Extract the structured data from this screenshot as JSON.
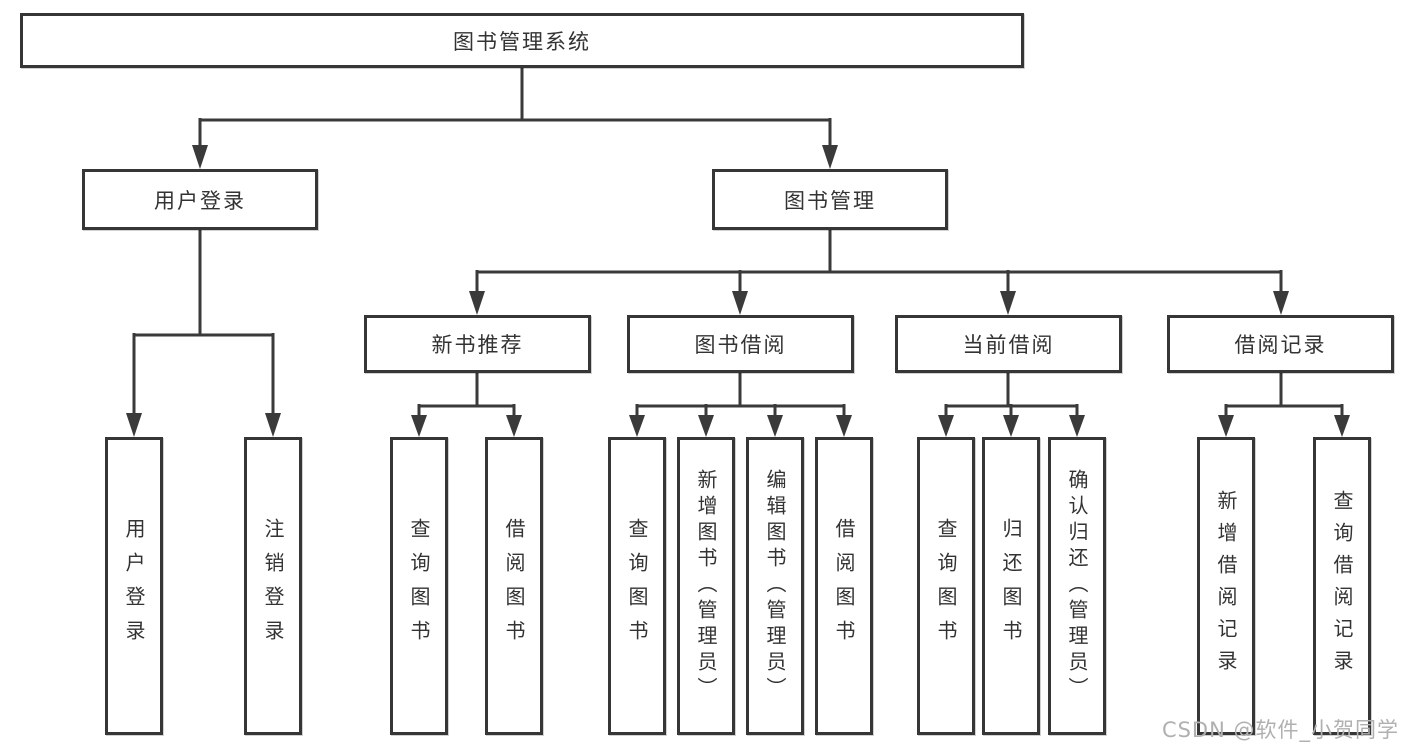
{
  "tree": {
    "root": "图书管理系统",
    "children": [
      {
        "label": "用户登录",
        "children": [
          {
            "label": "用户登录"
          },
          {
            "label": "注销登录"
          }
        ]
      },
      {
        "label": "图书管理",
        "children": [
          {
            "label": "新书推荐",
            "children": [
              {
                "label": "查询图书"
              },
              {
                "label": "借阅图书"
              }
            ]
          },
          {
            "label": "图书借阅",
            "children": [
              {
                "label": "查询图书"
              },
              {
                "label": "新增图书（管理员）"
              },
              {
                "label": "编辑图书（管理员）"
              },
              {
                "label": "借阅图书"
              }
            ]
          },
          {
            "label": "当前借阅",
            "children": [
              {
                "label": "查询图书"
              },
              {
                "label": "归还图书"
              },
              {
                "label": "确认归还（管理员）"
              }
            ]
          },
          {
            "label": "借阅记录",
            "children": [
              {
                "label": "新增借阅记录"
              },
              {
                "label": "查询借阅记录"
              }
            ]
          }
        ]
      }
    ]
  },
  "watermark": {
    "text": "CSDN @软件_小贺同学"
  },
  "colors": {
    "line": "#3a3a3a",
    "border": "#363636",
    "text": "#333333",
    "watermark": "#b0b0b0",
    "background": "#ffffff"
  }
}
